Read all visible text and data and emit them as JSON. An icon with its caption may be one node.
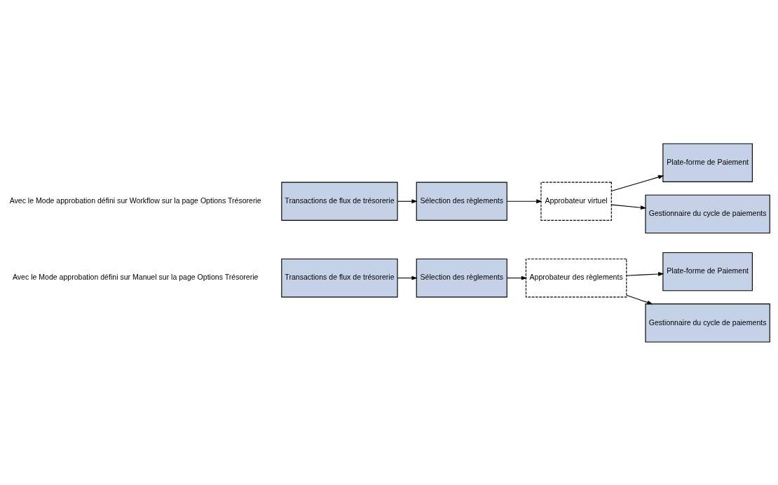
{
  "diagram": {
    "nodes": [
      {
        "text": [
          "Transactions de flux de trésorerie"
        ]
      },
      {
        "text": [
          "Sélection des règlements"
        ]
      },
      {
        "text": [
          "Approbateur virtuel"
        ]
      },
      {
        "text": [
          "Plate-forme de Paiement"
        ]
      },
      {
        "text": [
          "Gestionnaire du cycle de paiements"
        ]
      },
      {
        "text": [
          "Transactions de flux de trésorerie"
        ]
      },
      {
        "text": [
          "Sélection des règlements"
        ]
      },
      {
        "text": [
          "Approbateur des règlements"
        ]
      },
      {
        "text": [
          "Plate-forme de Paiement"
        ]
      },
      {
        "text": [
          "Gestionnaire du cycle de paiements"
        ]
      }
    ],
    "edges": [
      {
        "from": 0,
        "to": 1,
        "arrow": "to"
      },
      {
        "from": 1,
        "to": 2,
        "arrow": "to"
      },
      {
        "from": 2,
        "to": 3,
        "arrow": "to"
      },
      {
        "from": 2,
        "to": 4,
        "arrow": "to"
      },
      {
        "from": 5,
        "to": 6,
        "arrow": "to"
      },
      {
        "from": 6,
        "to": 7,
        "arrow": "to"
      },
      {
        "from": 7,
        "to": 8,
        "arrow": "to"
      },
      {
        "from": 7,
        "to": 9,
        "arrow": "to"
      }
    ],
    "labels": [
      "Avec le Mode approbation défini sur Workflow sur la page Options Trésorerie",
      "Avec le Mode approbation défini sur Manuel sur la page Options Trésorerie"
    ]
  }
}
